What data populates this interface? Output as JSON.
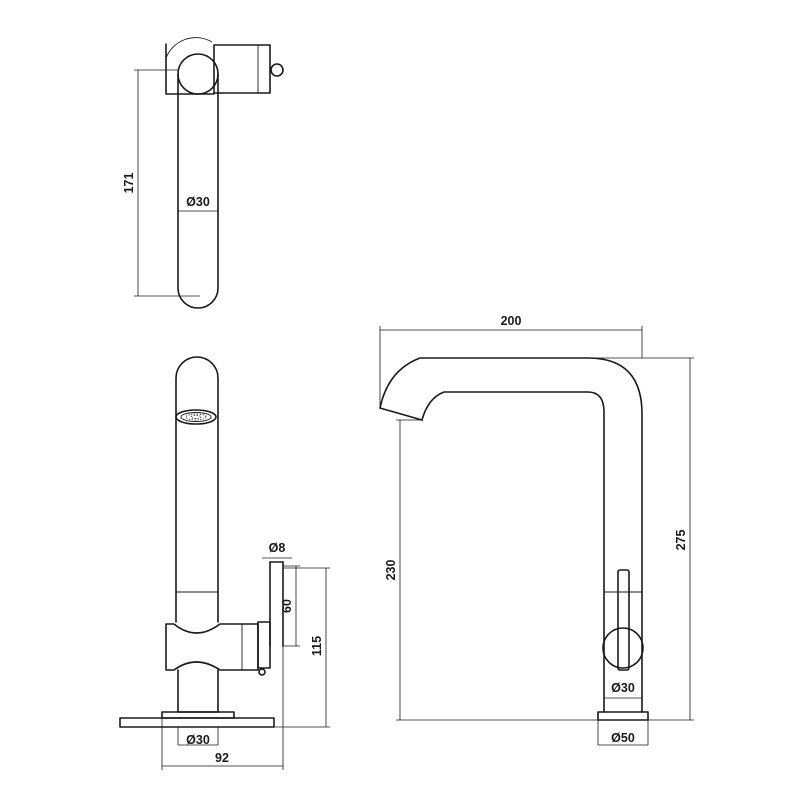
{
  "diagram": {
    "views": {
      "top": {
        "dimensions": {
          "height_171": "171",
          "diameter_30": "Ø30"
        }
      },
      "side": {
        "dimensions": {
          "diameter_8": "Ø8",
          "height_60": "60",
          "height_115": "115",
          "diameter_30": "Ø30",
          "width_92": "92"
        }
      },
      "front": {
        "dimensions": {
          "width_200": "200",
          "height_230": "230",
          "height_275": "275",
          "diameter_30": "Ø30",
          "diameter_50": "Ø50"
        }
      }
    },
    "colors": {
      "line": "#1a1a1a",
      "background": "#ffffff"
    }
  }
}
